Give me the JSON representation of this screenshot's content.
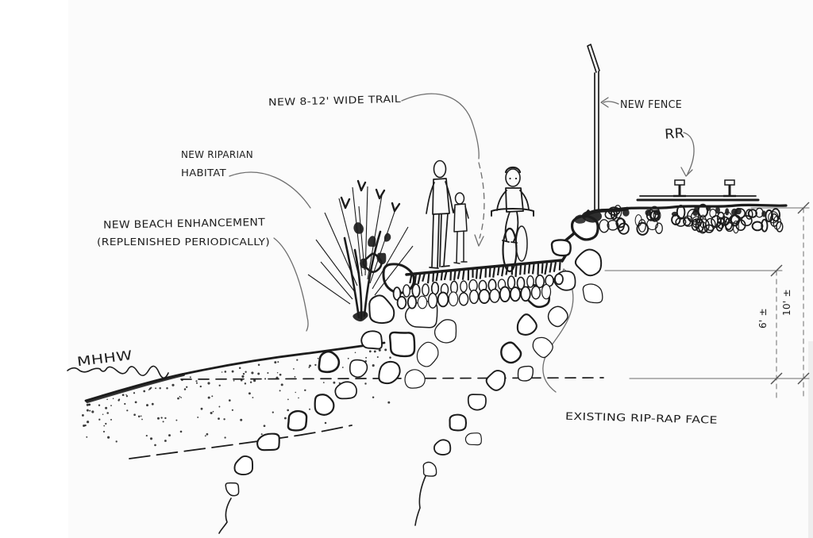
{
  "sketch": {
    "labels": {
      "trail": "NEW 8-12' WIDE TRAIL",
      "fence": "NEW FENCE",
      "railroad": "RR",
      "riparian_line1": "NEW RIPARIAN",
      "riparian_line2": "HABITAT",
      "beach_line1": "NEW BEACH ENHANCEMENT",
      "beach_line2": "(REPLENISHED PERIODICALLY)",
      "water_level": "MHHW",
      "riprap": "EXISTING RIP-RAP FACE"
    },
    "dimensions": {
      "trail_above_mhhw": "6' ±",
      "bank_above_mhhw": "10' ±"
    },
    "colors": {
      "ink": "#1c1c1c",
      "pencil": "#6e6e6e",
      "paper": "#ffffff"
    }
  }
}
